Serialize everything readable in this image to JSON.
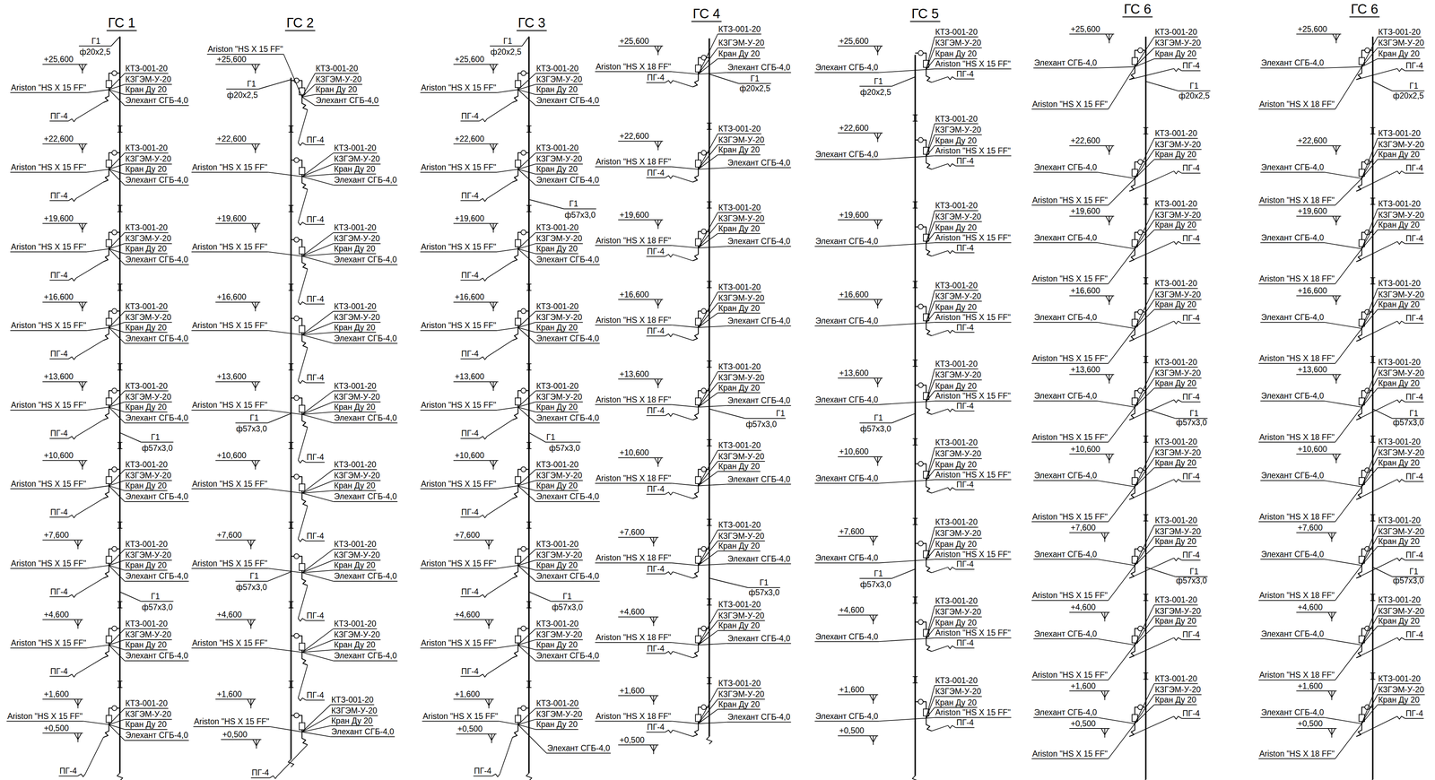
{
  "diagram": {
    "labels": [
      "ГС 1",
      "Г1",
      "ф20x2,5",
      "Г1",
      "ф57x3,0",
      "Г1",
      "ф57x3,0",
      "+0,500",
      "+25,600",
      "Ariston \"HS X 15 FF\"",
      "КТЗ-001-20",
      "КЗГЭМ-У-20",
      "Кран Ду 20",
      "Элехант СГБ-4,0",
      "ПГ-4",
      "+22,600",
      "Ariston \"HS X 15 FF\"",
      "КТЗ-001-20",
      "КЗГЭМ-У-20",
      "Кран Ду 20",
      "Элехант СГБ-4,0",
      "ПГ-4",
      "+19,600",
      "Ariston \"HS X 15 FF\"",
      "КТЗ-001-20",
      "КЗГЭМ-У-20",
      "Кран Ду 20",
      "Элехант СГБ-4,0",
      "ПГ-4",
      "+16,600",
      "Ariston \"HS X 15 FF\"",
      "КТЗ-001-20",
      "КЗГЭМ-У-20",
      "Кран Ду 20",
      "Элехант СГБ-4,0",
      "ПГ-4",
      "+13,600",
      "Ariston \"HS X 15 FF\"",
      "КТЗ-001-20",
      "КЗГЭМ-У-20",
      "Кран Ду 20",
      "Элехант СГБ-4,0",
      "ПГ-4",
      "+10,600",
      "Ariston \"HS X 15 FF\"",
      "КТЗ-001-20",
      "КЗГЭМ-У-20",
      "Кран Ду 20",
      "Элехант СГБ-4,0",
      "ПГ-4",
      "+7,600",
      "Ariston \"HS X 15 FF\"",
      "КТЗ-001-20",
      "КЗГЭМ-У-20",
      "Кран Ду 20",
      "Элехант СГБ-4,0",
      "ПГ-4",
      "+4,600",
      "Ariston \"HS X 15 FF\"",
      "КТЗ-001-20",
      "КЗГЭМ-У-20",
      "Кран Ду 20",
      "Элехант СГБ-4,0",
      "ПГ-4",
      "+1,600",
      "Ariston \"HS X 15 FF\"",
      "КТЗ-001-20",
      "КЗГЭМ-У-20",
      "Кран Ду 20",
      "Элехант СГБ-4,0",
      "ПГ-4",
      "ГС 2",
      "Г1",
      "ф20x2,5",
      "Г1",
      "ф57x3,0",
      "Г1",
      "ф57x3,0",
      "+0,500",
      "+25,600",
      "Ariston \"HS X 15 FF\"",
      "КТЗ-001-20",
      "КЗГЭМ-У-20",
      "Кран Ду 20",
      "Элехант СГБ-4,0",
      "ПГ-4",
      "+22,600",
      "Ariston \"HS X 15 FF\"",
      "КТЗ-001-20",
      "КЗГЭМ-У-20",
      "Кран Ду 20",
      "Элехант СГБ-4,0",
      "ПГ-4",
      "+19,600",
      "Ariston \"HS X 15 FF\"",
      "КТЗ-001-20",
      "КЗГЭМ-У-20",
      "Кран Ду 20",
      "Элехант СГБ-4,0",
      "ПГ-4",
      "+16,600",
      "Ariston \"HS X 15 FF\"",
      "КТЗ-001-20",
      "КЗГЭМ-У-20",
      "Кран Ду 20",
      "Элехант СГБ-4,0",
      "ПГ-4",
      "+13,600",
      "Ariston \"HS X 15 FF\"",
      "КТЗ-001-20",
      "КЗГЭМ-У-20",
      "Кран Ду 20",
      "Элехант СГБ-4,0",
      "ПГ-4",
      "+10,600",
      "Ariston \"HS X 15 FF\"",
      "КТЗ-001-20",
      "КЗГЭМ-У-20",
      "Кран Ду 20",
      "Элехант СГБ-4,0",
      "ПГ-4",
      "+7,600",
      "Ariston \"HS X 15 FF\"",
      "КТЗ-001-20",
      "КЗГЭМ-У-20",
      "Кран Ду 20",
      "Элехант СГБ-4,0",
      "ПГ-4",
      "+4,600",
      "Ariston \"HS X 15 FF\"",
      "КТЗ-001-20",
      "КЗГЭМ-У-20",
      "Кран Ду 20",
      "Элехант СГБ-4,0",
      "ПГ-4",
      "+1,600",
      "Ariston \"HS X 15 FF\"",
      "КТЗ-001-20",
      "КЗГЭМ-У-20",
      "Кран Ду 20",
      "Элехант СГБ-4,0",
      "ПГ-4",
      "ГС 3",
      "Г1",
      "ф20x2,5",
      "Г1",
      "ф57x3,0",
      "Г1",
      "ф57x3,0",
      "Г1",
      "ф57x3,0",
      "+0,500",
      "+25,600",
      "Ariston \"HS X 15 FF\"",
      "КТЗ-001-20",
      "КЗГЭМ-У-20",
      "Кран Ду 20",
      "Элехант СГБ-4,0",
      "ПГ-4",
      "+22,600",
      "Ariston \"HS X 15 FF\"",
      "КТЗ-001-20",
      "КЗГЭМ-У-20",
      "Кран Ду 20",
      "Элехант СГБ-4,0",
      "ПГ-4",
      "+19,600",
      "Ariston \"HS X 15 FF\"",
      "КТЗ-001-20",
      "КЗГЭМ-У-20",
      "Кран Ду 20",
      "Элехант СГБ-4,0",
      "ПГ-4",
      "+16,600",
      "Ariston \"HS X 15 FF\"",
      "КТЗ-001-20",
      "КЗГЭМ-У-20",
      "Кран Ду 20",
      "Элехант СГБ-4,0",
      "ПГ-4",
      "+13,600",
      "Ariston \"HS X 15 FF\"",
      "КТЗ-001-20",
      "КЗГЭМ-У-20",
      "Кран Ду 20",
      "Элехант СГБ-4,0",
      "ПГ-4",
      "+10,600",
      "Ariston \"HS X 15 FF\"",
      "КТЗ-001-20",
      "КЗГЭМ-У-20",
      "Кран Ду 20",
      "Элехант СГБ-4,0",
      "ПГ-4",
      "+7,600",
      "Ariston \"HS X 15 FF\"",
      "КТЗ-001-20",
      "КЗГЭМ-У-20",
      "Кран Ду 20",
      "Элехант СГБ-4,0",
      "ПГ-4",
      "+4,600",
      "Ariston \"HS X 15 FF\"",
      "КТЗ-001-20",
      "КЗГЭМ-У-20",
      "Кран Ду 20",
      "Элехант СГБ-4,0",
      "ПГ-4",
      "+1,600",
      "Ariston \"HS X 15 FF\"",
      "КТЗ-001-20",
      "КЗГЭМ-У-20",
      "Кран Ду 20",
      "Элехант СГБ-4,0",
      "ПГ-4",
      "ГС 4",
      "Г1",
      "ф20x2,5",
      "Г1",
      "ф57x3,0",
      "Г1",
      "ф57x3,0",
      "+0,500",
      "+25,600",
      "Ariston \"HS X 18 FF\"",
      "КТЗ-001-20",
      "КЗГЭМ-У-20",
      "Кран Ду 20",
      "Элехант СГБ-4,0",
      "ПГ-4",
      "+22,600",
      "Ariston \"HS X 18 FF\"",
      "КТЗ-001-20",
      "КЗГЭМ-У-20",
      "Кран Ду 20",
      "Элехант СГБ-4,0",
      "ПГ-4",
      "+19,600",
      "Ariston \"HS X 18 FF\"",
      "КТЗ-001-20",
      "КЗГЭМ-У-20",
      "Кран Ду 20",
      "Элехант СГБ-4,0",
      "ПГ-4",
      "+16,600",
      "Ariston \"HS X 18 FF\"",
      "КТЗ-001-20",
      "КЗГЭМ-У-20",
      "Кран Ду 20",
      "Элехант СГБ-4,0",
      "ПГ-4",
      "+13,600",
      "Ariston \"HS X 18 FF\"",
      "КТЗ-001-20",
      "КЗГЭМ-У-20",
      "Кран Ду 20",
      "Элехант СГБ-4,0",
      "ПГ-4",
      "+10,600",
      "Ariston \"HS X 18 FF\"",
      "КТЗ-001-20",
      "КЗГЭМ-У-20",
      "Кран Ду 20",
      "Элехант СГБ-4,0",
      "ПГ-4",
      "+7,600",
      "Ariston \"HS X 18 FF\"",
      "КТЗ-001-20",
      "КЗГЭМ-У-20",
      "Кран Ду 20",
      "Элехант СГБ-4,0",
      "ПГ-4",
      "+4,600",
      "Ariston \"HS X 18 FF\"",
      "КТЗ-001-20",
      "КЗГЭМ-У-20",
      "Кран Ду 20",
      "Элехант СГБ-4,0",
      "ПГ-4",
      "+1,600",
      "Ariston \"HS X 18 FF\"",
      "КТЗ-001-20",
      "КЗГЭМ-У-20",
      "Кран Ду 20",
      "Элехант СГБ-4,0",
      "ПГ-4",
      "ГС 5",
      "Г1",
      "ф20x2,5",
      "Г1",
      "ф57x3,0",
      "Г1",
      "ф57x3,0",
      "+0,500",
      "+25,600",
      "Ariston \"HS X 15 FF\"",
      "КТЗ-001-20",
      "КЗГЭМ-У-20",
      "Кран Ду 20",
      "Элехант СГБ-4,0",
      "ПГ-4",
      "+22,600",
      "Ariston \"HS X 15 FF\"",
      "КТЗ-001-20",
      "КЗГЭМ-У-20",
      "Кран Ду 20",
      "Элехант СГБ-4,0",
      "ПГ-4",
      "+19,600",
      "Ariston \"HS X 15 FF\"",
      "КТЗ-001-20",
      "КЗГЭМ-У-20",
      "Кран Ду 20",
      "Элехант СГБ-4,0",
      "ПГ-4",
      "+16,600",
      "Ariston \"HS X 15 FF\"",
      "КТЗ-001-20",
      "КЗГЭМ-У-20",
      "Кран Ду 20",
      "Элехант СГБ-4,0",
      "ПГ-4",
      "+13,600",
      "Ariston \"HS X 15 FF\"",
      "КТЗ-001-20",
      "КЗГЭМ-У-20",
      "Кран Ду 20",
      "Элехант СГБ-4,0",
      "ПГ-4",
      "+10,600",
      "Ariston \"HS X 15 FF\"",
      "КТЗ-001-20",
      "КЗГЭМ-У-20",
      "Кран Ду 20",
      "Элехант СГБ-4,0",
      "ПГ-4",
      "+7,600",
      "Ariston \"HS X 15 FF\"",
      "КТЗ-001-20",
      "КЗГЭМ-У-20",
      "Кран Ду 20",
      "Элехант СГБ-4,0",
      "ПГ-4",
      "+4,600",
      "Ariston \"HS X 15 FF\"",
      "КТЗ-001-20",
      "КЗГЭМ-У-20",
      "Кран Ду 20",
      "Элехант СГБ-4,0",
      "ПГ-4",
      "+1,600",
      "Ariston \"HS X 15 FF\"",
      "КТЗ-001-20",
      "КЗГЭМ-У-20",
      "Кран Ду 20",
      "Элехант СГБ-4,0",
      "ПГ-4",
      "ГС 6",
      "Г1",
      "ф20x2,5",
      "Г1",
      "ф57x3,0",
      "Г1",
      "ф57x3,0",
      "+0,500",
      "+25,600",
      "Ariston \"HS X 15 FF\"",
      "КТЗ-001-20",
      "КЗГЭМ-У-20",
      "Кран Ду 20",
      "Элехант СГБ-4,0",
      "ПГ-4",
      "+22,600",
      "Ariston \"HS X 15 FF\"",
      "КТЗ-001-20",
      "КЗГЭМ-У-20",
      "Кран Ду 20",
      "Элехант СГБ-4,0",
      "ПГ-4",
      "+19,600",
      "Ariston \"HS X 15 FF\"",
      "КТЗ-001-20",
      "КЗГЭМ-У-20",
      "Кран Ду 20",
      "Элехант СГБ-4,0",
      "ПГ-4",
      "+16,600",
      "Ariston \"HS X 15 FF\"",
      "КТЗ-001-20",
      "КЗГЭМ-У-20",
      "Кран Ду 20",
      "Элехант СГБ-4,0",
      "ПГ-4",
      "+13,600",
      "Ariston \"HS X 15 FF\"",
      "КТЗ-001-20",
      "КЗГЭМ-У-20",
      "Кран Ду 20",
      "Элехант СГБ-4,0",
      "ПГ-4",
      "+10,600",
      "Ariston \"HS X 15 FF\"",
      "КТЗ-001-20",
      "КЗГЭМ-У-20",
      "Кран Ду 20",
      "Элехант СГБ-4,0",
      "ПГ-4",
      "+7,600",
      "Ariston \"HS X 15 FF\"",
      "КТЗ-001-20",
      "КЗГЭМ-У-20",
      "Кран Ду 20",
      "Элехант СГБ-4,0",
      "ПГ-4",
      "+4,600",
      "Ariston \"HS X 15 FF\"",
      "КТЗ-001-20",
      "КЗГЭМ-У-20",
      "Кран Ду 20",
      "Элехант СГБ-4,0",
      "ПГ-4",
      "+1,600",
      "Ariston \"HS X 15 FF\"",
      "КТЗ-001-20",
      "КЗГЭМ-У-20",
      "Кран Ду 20",
      "Элехант СГБ-4,0",
      "ПГ-4",
      "ГС 6",
      "Г1",
      "ф20x2,5",
      "Г1",
      "ф57x3,0",
      "Г1",
      "ф57x3,0",
      "+0,500",
      "+25,600",
      "Ariston \"HS X 18 FF\"",
      "КТЗ-001-20",
      "КЗГЭМ-У-20",
      "Кран Ду 20",
      "Элехант СГБ-4,0",
      "ПГ-4",
      "+22,600",
      "Ariston \"HS X 18 FF\"",
      "КТЗ-001-20",
      "КЗГЭМ-У-20",
      "Кран Ду 20",
      "Элехант СГБ-4,0",
      "ПГ-4",
      "+19,600",
      "Ariston \"HS X 18 FF\"",
      "КТЗ-001-20",
      "КЗГЭМ-У-20",
      "Кран Ду 20",
      "Элехант СГБ-4,0",
      "ПГ-4",
      "+16,600",
      "Ariston \"HS X 18 FF\"",
      "КТЗ-001-20",
      "КЗГЭМ-У-20",
      "Кран Ду 20",
      "Элехант СГБ-4,0",
      "ПГ-4",
      "+13,600",
      "Ariston \"HS X 18 FF\"",
      "КТЗ-001-20",
      "КЗГЭМ-У-20",
      "Кран Ду 20",
      "Элехант СГБ-4,0",
      "ПГ-4",
      "+10,600",
      "Ariston \"HS X 18 FF\"",
      "КТЗ-001-20",
      "КЗГЭМ-У-20",
      "Кран Ду 20",
      "Элехант СГБ-4,0",
      "ПГ-4",
      "+7,600",
      "Ariston \"HS X 18 FF\"",
      "КТЗ-001-20",
      "КЗГЭМ-У-20",
      "Кран Ду 20",
      "Элехант СГБ-4,0",
      "ПГ-4",
      "+4,600",
      "Ariston \"HS X 18 FF\"",
      "КТЗ-001-20",
      "КЗГЭМ-У-20",
      "Кран Ду 20",
      "Элехант СГБ-4,0",
      "ПГ-4",
      "+1,600",
      "Ariston \"HS X 18 FF\"",
      "КТЗ-001-20",
      "КЗГЭМ-У-20",
      "Кран Ду 20",
      "Элехант СГБ-4,0",
      "ПГ-4"
    ]
  }
}
